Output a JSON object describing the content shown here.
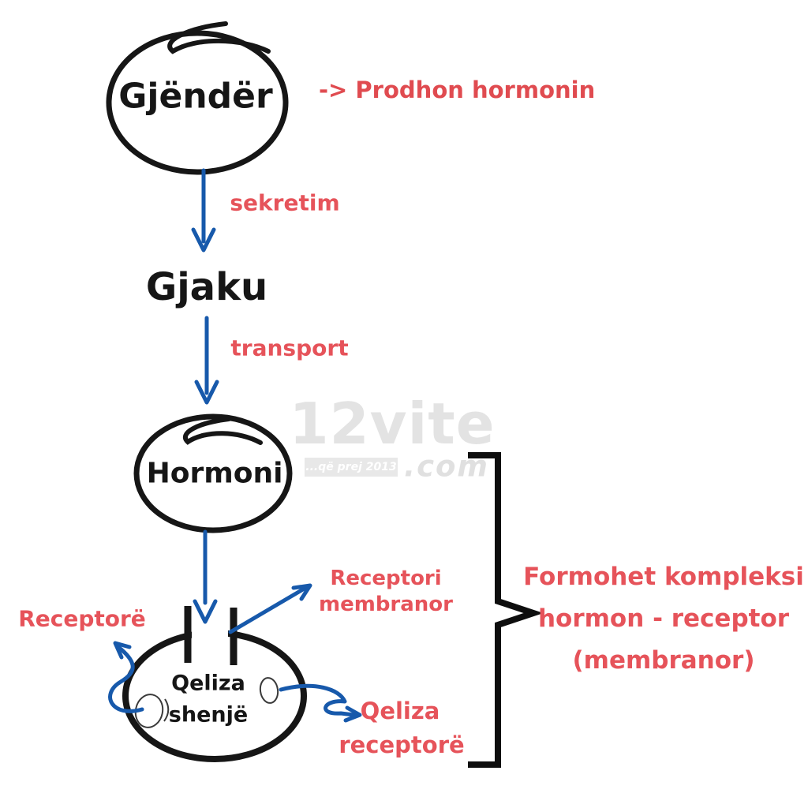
{
  "colors": {
    "ink": "#161616",
    "annotation_red": "#e6535a",
    "note_red": "#e04b50",
    "arrow_blue": "#1759ab",
    "watermark_gray": "#e3e3e3",
    "background": "#ffffff"
  },
  "diagram": {
    "gland": {
      "label": "Gjëndër",
      "note": "-> Prodhon hormonin"
    },
    "secretion_label": "sekretim",
    "blood_label": "Gjaku",
    "transport_label": "transport",
    "hormone_label": "Hormoni",
    "receptors_label": "Receptorë",
    "membrane_receptor": {
      "line1": "Receptori",
      "line2": "membranor"
    },
    "target_cell": {
      "line1": "Qeliza",
      "line2": "shenjë"
    },
    "receptor_cell": {
      "line1": "Qeliza",
      "line2": "receptorë"
    },
    "complex_note": {
      "line1": "Formohet kompleksi",
      "line2": "hormon - receptor",
      "line3": "(membranor)"
    }
  },
  "watermark": {
    "brand": "12vite",
    "domain": ".com",
    "tagline": "...që prej 2013"
  }
}
